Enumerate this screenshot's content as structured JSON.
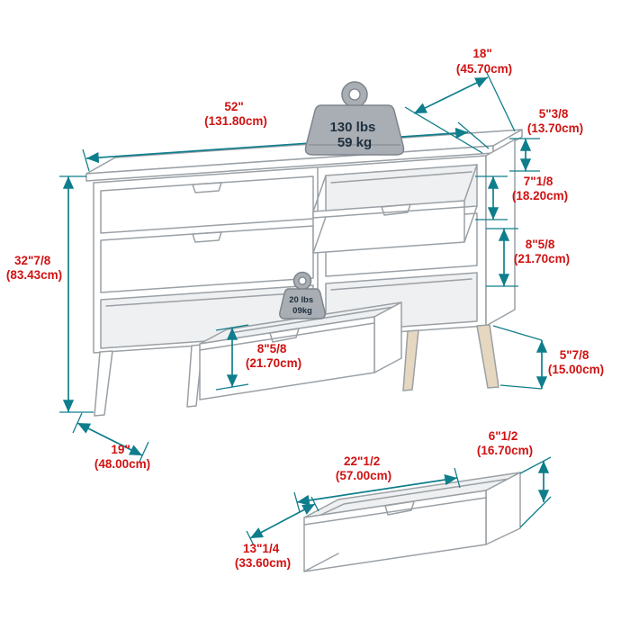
{
  "title": "Dresser dimension diagram",
  "colors": {
    "accent": "#0f7e8c",
    "measure": "#d01212",
    "line": "#9aa0a5",
    "cavity": "#eef0f1",
    "leg-wood": "#e6d7c0",
    "weight-fill": "#a9aeb4",
    "weight-stroke": "#7e848b",
    "weight-text": "#20303f"
  },
  "weights": {
    "top": {
      "line1": "130 lbs",
      "line2": "59 kg"
    },
    "drawer": {
      "line1": "20 lbs",
      "line2": "09kg"
    }
  },
  "dims": {
    "width": {
      "in": "52\"",
      "cm": "(131.80cm)"
    },
    "depth_top": {
      "in": "18\"",
      "cm": "(45.70cm)"
    },
    "top_gap": {
      "in": "5\"3/8",
      "cm": "(13.70cm)"
    },
    "top_drawer_h": {
      "in": "7\"1/8",
      "cm": "(18.20cm)"
    },
    "mid_drawer_h": {
      "in": "8\"5/8",
      "cm": "(21.70cm)"
    },
    "height": {
      "in": "32\"7/8",
      "cm": "(83.43cm)"
    },
    "open_drawer_h": {
      "in": "8\"5/8",
      "cm": "(21.70cm)"
    },
    "leg_h": {
      "in": "5\"7/8",
      "cm": "(15.00cm)"
    },
    "base_depth": {
      "in": "19\"",
      "cm": "(48.00cm)"
    },
    "drawer_box_w": {
      "in": "22\"1/2",
      "cm": "(57.00cm)"
    },
    "drawer_box_d": {
      "in": "13\"1/4",
      "cm": "(33.60cm)"
    },
    "drawer_box_h": {
      "in": "6\"1/2",
      "cm": "(16.70cm)"
    }
  }
}
